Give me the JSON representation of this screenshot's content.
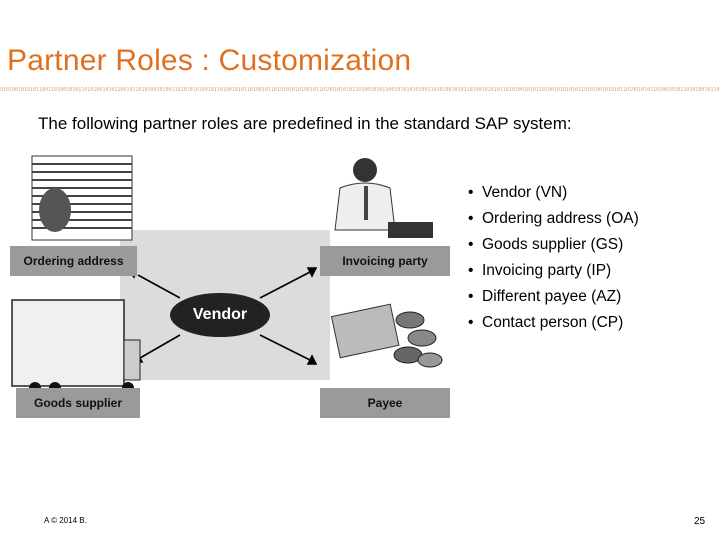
{
  "slide": {
    "title": "Partner Roles : Customization",
    "binary_strip": "0101001010101100110100101011010100101011001011010100101001101010101001011010010101101001011010101010100101101001010101101001010110010101010100110101001010110100101010110101001010110100101010101101010010101011010010101101001010110101001011010101001010110100101001101010",
    "subtitle": "The following partner roles are predefined in the standard SAP system:",
    "diagram": {
      "center": "Vendor",
      "roles": {
        "ordering_address": "Ordering address",
        "invoicing_party": "Invoicing party",
        "goods_supplier": "Goods supplier",
        "payee": "Payee"
      }
    },
    "bullets": [
      "Vendor (VN)",
      "Ordering address (OA)",
      "Goods supplier (GS)",
      "Invoicing party (IP)",
      "Different payee (AZ)",
      "Contact person (CP)"
    ],
    "bullet_char": "•",
    "footer": "A © 2014 B.",
    "page_number": "25",
    "colors": {
      "title": "#e07020",
      "role_box": "#9a9a9a",
      "vendor_oval": "#222222"
    }
  }
}
